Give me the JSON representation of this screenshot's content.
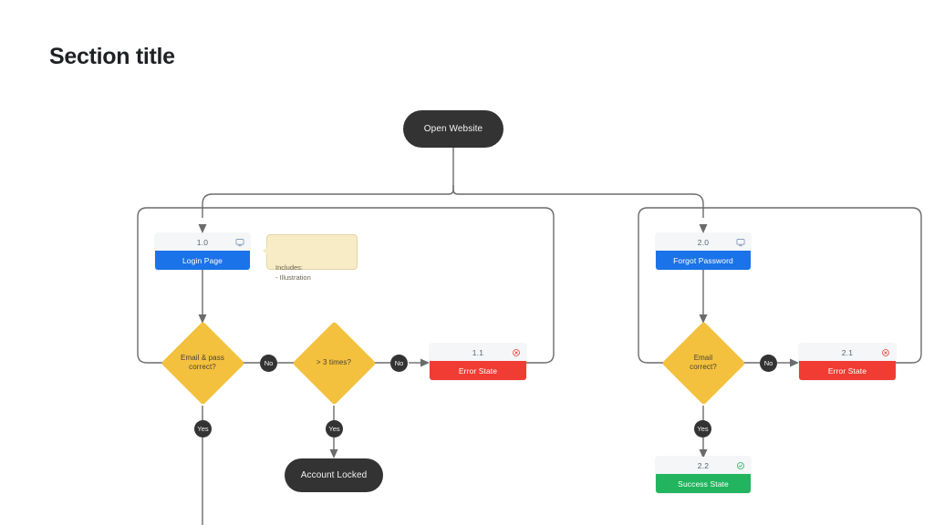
{
  "page": {
    "title": "Section title",
    "background": "#ffffff"
  },
  "palette": {
    "screen_blue": "#1a73e8",
    "error_red": "#f03c33",
    "success_green": "#22b45e",
    "decision_yellow": "#f3c13e",
    "terminator_dark": "#333333",
    "note_cream": "#f7ecc6",
    "connector_gray": "#6b6b6b",
    "card_header_gray": "#f4f6f8"
  },
  "flow": {
    "start": {
      "label": "Open Website",
      "shape": "terminator"
    },
    "branches": [
      {
        "name": "login-branch",
        "screen": {
          "id": "1.0",
          "label": "Login Page",
          "icon": "monitor-icon",
          "status": "default"
        },
        "note": {
          "text": "Includes:\n- Illustration"
        },
        "decisions": [
          {
            "name": "email-pass-correct",
            "label": "Email & pass\ncorrect?"
          },
          {
            "name": "attempts-over-three",
            "label": "> 3 times?"
          }
        ],
        "edge_labels": {
          "decision1_no": "No",
          "decision1_yes": "Yes",
          "decision2_no": "No",
          "decision2_yes": "Yes"
        },
        "error_screen": {
          "id": "1.1",
          "label": "Error State",
          "icon": "error-circle-icon",
          "status": "error"
        },
        "end": {
          "label": "Account Locked",
          "shape": "terminator"
        }
      },
      {
        "name": "forgot-password-branch",
        "screen": {
          "id": "2.0",
          "label": "Forgot Password",
          "icon": "monitor-icon",
          "status": "default"
        },
        "decisions": [
          {
            "name": "email-correct",
            "label": "Email\ncorrect?"
          }
        ],
        "edge_labels": {
          "decision1_no": "No",
          "decision1_yes": "Yes"
        },
        "error_screen": {
          "id": "2.1",
          "label": "Error State",
          "icon": "error-circle-icon",
          "status": "error"
        },
        "success_screen": {
          "id": "2.2",
          "label": "Success State",
          "icon": "check-circle-icon",
          "status": "success"
        }
      }
    ]
  }
}
